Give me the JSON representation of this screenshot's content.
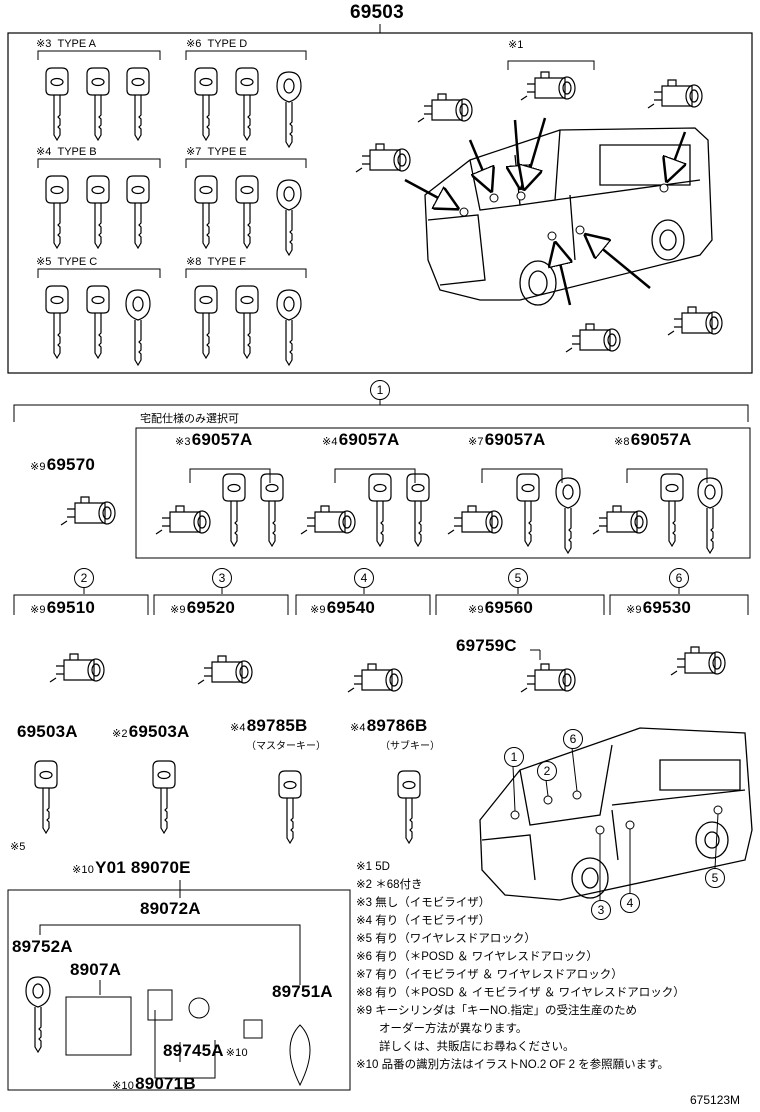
{
  "top_part": "69503",
  "key_types": [
    {
      "mark": "※3",
      "label": "TYPE A"
    },
    {
      "mark": "※6",
      "label": "TYPE D"
    },
    {
      "mark": "※4",
      "label": "TYPE B"
    },
    {
      "mark": "※7",
      "label": "TYPE E"
    },
    {
      "mark": "※5",
      "label": "TYPE C"
    },
    {
      "mark": "※8",
      "label": "TYPE F"
    }
  ],
  "van_note_mark": "※1",
  "section1": {
    "num": "1",
    "header": "宅配仕様のみ選択可",
    "left_mark": "※9",
    "left_part": "69570",
    "sets": [
      {
        "mark": "※3",
        "part": "69057A"
      },
      {
        "mark": "※4",
        "part": "69057A"
      },
      {
        "mark": "※7",
        "part": "69057A"
      },
      {
        "mark": "※8",
        "part": "69057A"
      }
    ]
  },
  "row2": [
    {
      "num": "2",
      "mark": "※9",
      "part": "69510"
    },
    {
      "num": "3",
      "mark": "※9",
      "part": "69520"
    },
    {
      "num": "4",
      "mark": "※9",
      "part": "69540"
    },
    {
      "num": "5",
      "mark": "※9",
      "part": "69560",
      "sub": "69759C"
    },
    {
      "num": "6",
      "mark": "※9",
      "part": "69530"
    }
  ],
  "keys_row": [
    {
      "mark": "",
      "part": "69503A",
      "sub": ""
    },
    {
      "mark": "※2",
      "part": "69503A",
      "sub": ""
    },
    {
      "mark": "※4",
      "part": "89785B",
      "sub": "（マスターキー）"
    },
    {
      "mark": "※4",
      "part": "89786B",
      "sub": "（サブキー）"
    }
  ],
  "key1_note": "※5",
  "kit": {
    "mark": "※10",
    "part": "Y01 89070E",
    "main": "89072A",
    "p1": "89752A",
    "p2": "8907A",
    "p3": "89751A",
    "p4": "89745A",
    "p4_mark": "※10",
    "bottom_mark": "※10",
    "bottom": "89071B"
  },
  "van_callouts": [
    "1",
    "2",
    "6",
    "3",
    "4",
    "5"
  ],
  "notes": [
    "※1 5D",
    "※2 ＊68付き",
    "※3 無し（イモビライザ）",
    "※4 有り（イモビライザ）",
    "※5 有り（ワイヤレスドアロック）",
    "※6 有り（＊POSD ＆ ワイヤレスドアロック）",
    "※7 有り（イモビライザ ＆ ワイヤレスドアロック）",
    "※8 有り（＊POSD ＆ イモビライザ ＆ ワイヤレスドアロック）",
    "※9 キーシリンダは「キーNO.指定」の受注生産のため",
    "　　オーダー方法が異なります。",
    "　　詳しくは、共販店にお尋ねください。",
    "※10 品番の識別方法はイラストNO.2 OF 2 を参照願います。"
  ],
  "figure_id": "675123M"
}
